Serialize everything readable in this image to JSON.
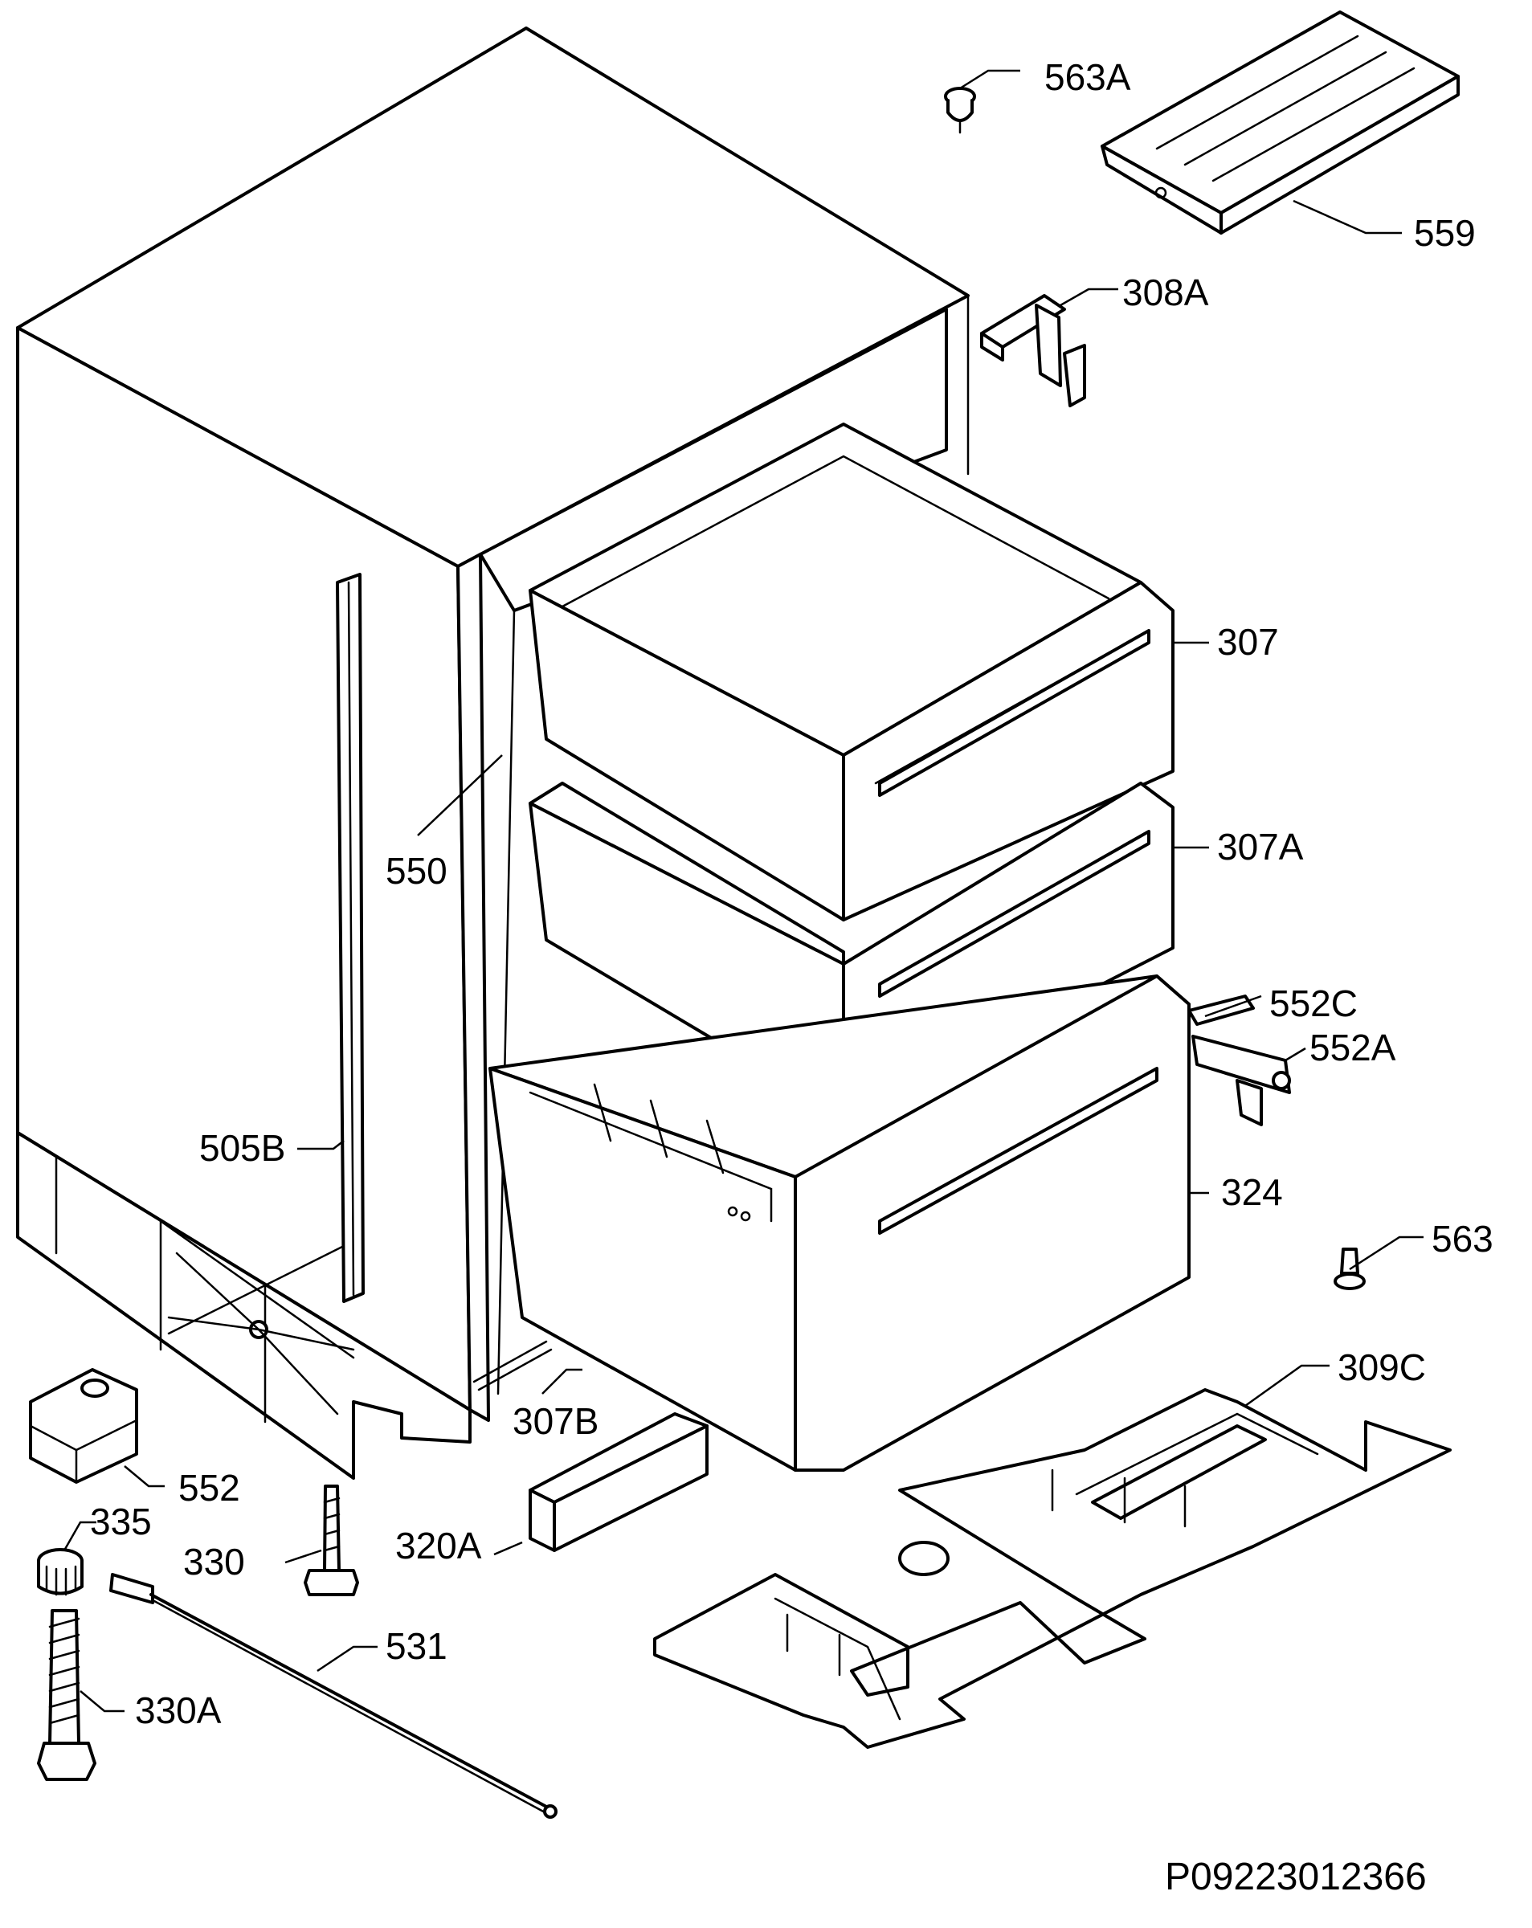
{
  "diagram": {
    "drawing_code": "P09223012366",
    "parts": [
      {
        "id": "563a",
        "label": "563A",
        "name": "plug"
      },
      {
        "id": "559",
        "label": "559",
        "name": "ice-tray"
      },
      {
        "id": "308a",
        "label": "308A",
        "name": "hinge-bracket"
      },
      {
        "id": "307",
        "label": "307",
        "name": "upper-drawer"
      },
      {
        "id": "307a",
        "label": "307A",
        "name": "middle-drawer"
      },
      {
        "id": "550",
        "label": "550",
        "name": "cabinet"
      },
      {
        "id": "552c",
        "label": "552C",
        "name": "rail-bracket-c"
      },
      {
        "id": "552a",
        "label": "552A",
        "name": "rail-bracket-a"
      },
      {
        "id": "505b",
        "label": "505B",
        "name": "door-seal-strip"
      },
      {
        "id": "324",
        "label": "324",
        "name": "lower-drawer"
      },
      {
        "id": "563",
        "label": "563",
        "name": "screw"
      },
      {
        "id": "309c",
        "label": "309C",
        "name": "base-tray"
      },
      {
        "id": "307b",
        "label": "307B",
        "name": "drawer-runner"
      },
      {
        "id": "552",
        "label": "552",
        "name": "foot-bracket"
      },
      {
        "id": "335",
        "label": "335",
        "name": "nut"
      },
      {
        "id": "330",
        "label": "330",
        "name": "adjustable-foot"
      },
      {
        "id": "320a",
        "label": "320A",
        "name": "kick-strip"
      },
      {
        "id": "531",
        "label": "531",
        "name": "adjustment-rod"
      },
      {
        "id": "330a",
        "label": "330A",
        "name": "leveling-foot"
      }
    ]
  }
}
